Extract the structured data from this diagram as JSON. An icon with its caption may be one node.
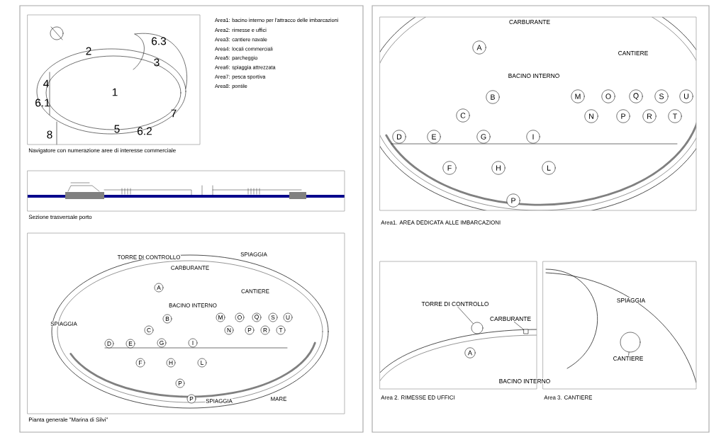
{
  "diagram": {
    "nodes": [
      {
        "text": [
          "Navigatore con numerazione aree di interesse commerciale"
        ]
      },
      {
        "text": [
          "Sezione trasversale porto"
        ]
      },
      {
        "text": [
          "Pianta generale \"Marina di Silvi\""
        ]
      },
      {
        "text": [
          "A"
        ],
        "in": 2
      },
      {
        "text": [
          "B"
        ],
        "in": 2
      },
      {
        "text": [
          "C"
        ],
        "in": 2
      },
      {
        "text": [
          "D"
        ],
        "in": 2
      },
      {
        "text": [
          "E"
        ],
        "in": 2
      },
      {
        "text": [
          "F"
        ],
        "in": 2
      },
      {
        "text": [
          "G"
        ],
        "in": 2
      },
      {
        "text": [
          "H"
        ],
        "in": 2
      },
      {
        "text": [
          "I"
        ],
        "in": 2
      },
      {
        "text": [
          "L"
        ],
        "in": 2
      },
      {
        "text": [
          "M"
        ],
        "in": 2
      },
      {
        "text": [
          "N"
        ],
        "in": 2
      },
      {
        "text": [
          "O"
        ],
        "in": 2
      },
      {
        "text": [
          "P"
        ],
        "in": 2
      },
      {
        "text": [
          "Q"
        ],
        "in": 2
      },
      {
        "text": [
          "R"
        ],
        "in": 2
      },
      {
        "text": [
          "S"
        ],
        "in": 2
      },
      {
        "text": [
          "T"
        ],
        "in": 2
      },
      {
        "text": [
          "U"
        ],
        "in": 2
      },
      {
        "text": [
          "P"
        ],
        "in": 2
      },
      {
        "text": [
          "P"
        ],
        "in": 2
      },
      {
        "text": [
          "Area1. AREA DEDICATA ALLE IMBARCAZIONI"
        ]
      },
      {
        "text": [
          "A"
        ],
        "in": 24
      },
      {
        "text": [
          "B"
        ],
        "in": 24
      },
      {
        "text": [
          "C"
        ],
        "in": 24
      },
      {
        "text": [
          "D"
        ],
        "in": 24
      },
      {
        "text": [
          "E"
        ],
        "in": 24
      },
      {
        "text": [
          "F"
        ],
        "in": 24
      },
      {
        "text": [
          "G"
        ],
        "in": 24
      },
      {
        "text": [
          "H"
        ],
        "in": 24
      },
      {
        "text": [
          "I"
        ],
        "in": 24
      },
      {
        "text": [
          "L"
        ],
        "in": 24
      },
      {
        "text": [
          "M"
        ],
        "in": 24
      },
      {
        "text": [
          "N"
        ],
        "in": 24
      },
      {
        "text": [
          "O"
        ],
        "in": 24
      },
      {
        "text": [
          "P"
        ],
        "in": 24
      },
      {
        "text": [
          "Q"
        ],
        "in": 24
      },
      {
        "text": [
          "R"
        ],
        "in": 24
      },
      {
        "text": [
          "S"
        ],
        "in": 24
      },
      {
        "text": [
          "T"
        ],
        "in": 24
      },
      {
        "text": [
          "U"
        ],
        "in": 24
      },
      {
        "text": [
          "P"
        ],
        "in": 24
      },
      {
        "text": [
          "Area 2.  RIMESSE ED UFFICI"
        ]
      },
      {
        "text": [
          "TORRE DI CONTROLLO"
        ],
        "in": 45
      },
      {
        "text": [],
        "shape": "circle",
        "in": 45
      },
      {
        "text": [
          "CARBURANTE"
        ],
        "in": 45
      },
      {
        "text": [],
        "shape": "box",
        "in": 45
      },
      {
        "text": [
          "A"
        ],
        "in": 45
      },
      {
        "text": [
          "Area 3.  CANTIERE"
        ]
      },
      {
        "text": [],
        "shape": "circle",
        "in": 51
      },
      {
        "text": [
          "CANTIERE"
        ],
        "in": 51
      }
    ],
    "edges": [
      {
        "from": 46,
        "to": 47,
        "arrow": "none"
      },
      {
        "from": 48,
        "to": 49,
        "arrow": "none"
      },
      {
        "from": 53,
        "to": 52,
        "arrow": "none"
      }
    ],
    "labels": [
      "Area1:  bacino interno per l'attracco delle imbarcazioni",
      "Area2:  rimesse e uffici",
      "Area3: cantiere navale",
      "Area4: locali commerciali",
      "Area5:  parcheggio",
      "Area6: spiaggia attrezzata",
      "Area7: pesca sportiva",
      "Area8: pontile",
      "6.3",
      "2",
      "3",
      "4",
      "1",
      "6.1",
      "7",
      "5",
      "6.2",
      "8",
      "TORRE DI CONTROLLO",
      "CARBURANTE",
      "SPIAGGIA",
      "CANTIERE",
      "BACINO INTERNO",
      "SPIAGGIA",
      "SPIAGGIA",
      "MARE",
      "CARBURANTE",
      "CANTIERE",
      "BACINO INTERNO",
      "BACINO INTERNO",
      "SPIAGGIA"
    ]
  }
}
